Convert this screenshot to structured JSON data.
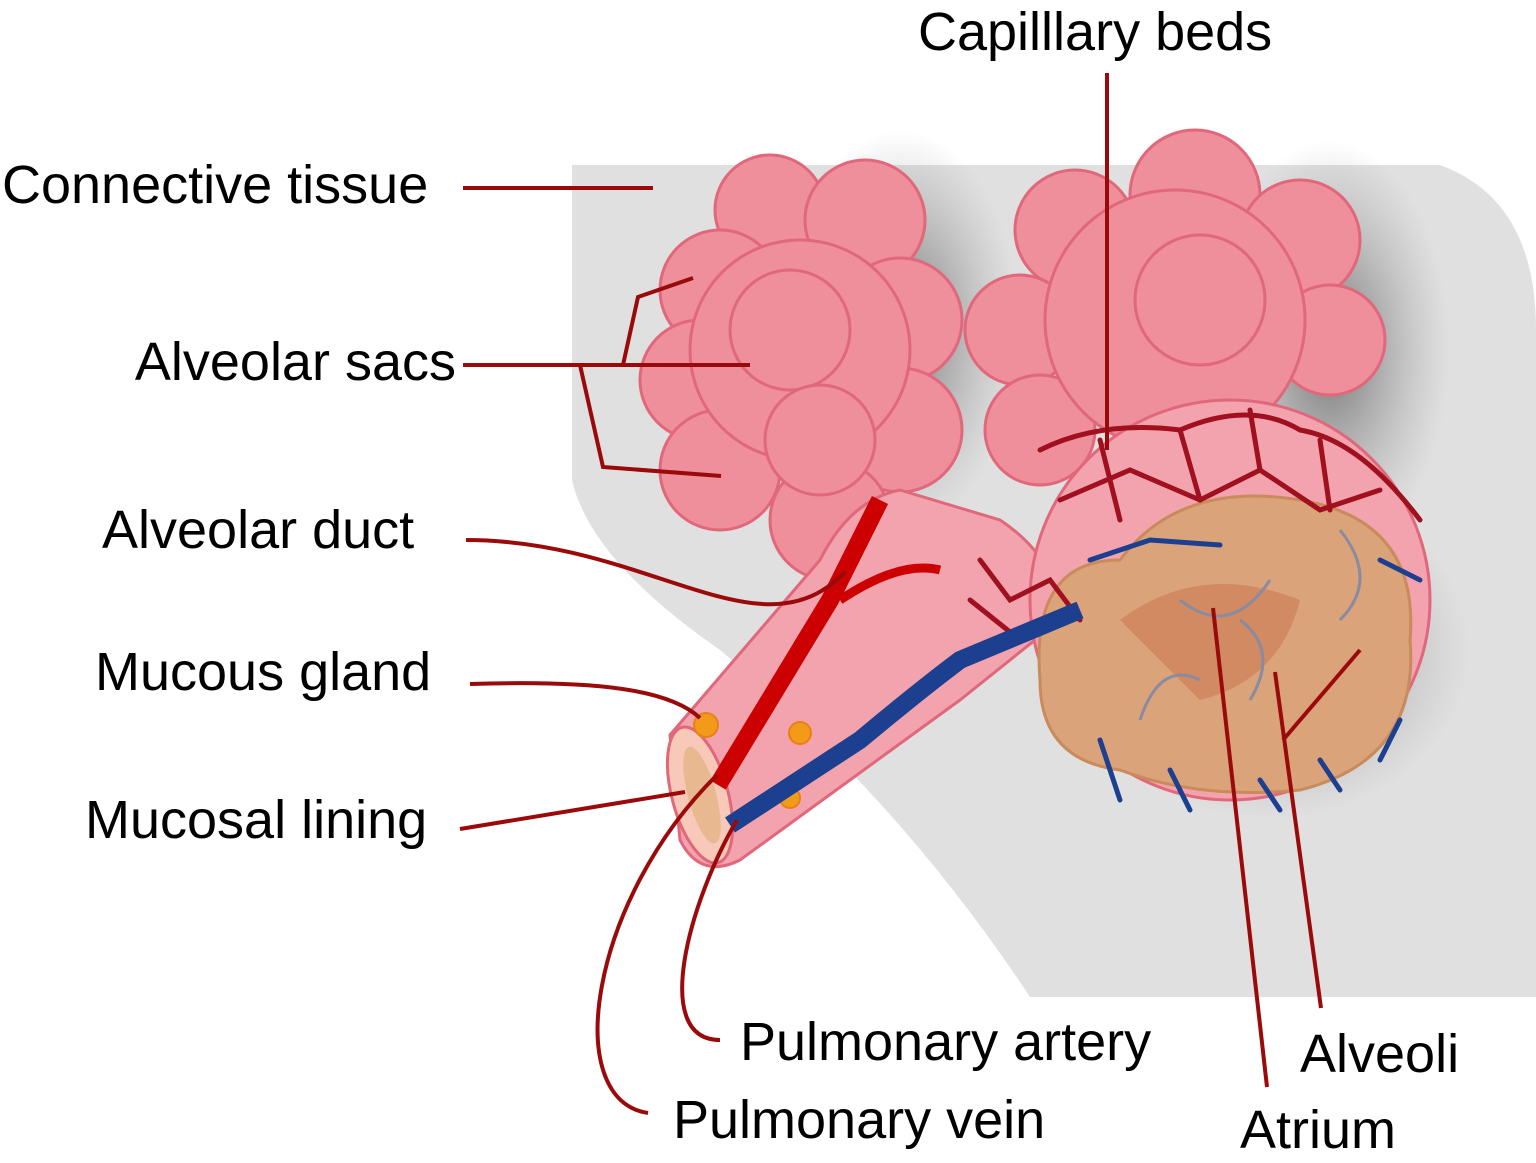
{
  "labels": {
    "connective_tissue": "Connective tissue",
    "alveolar_sacs": "Alveolar sacs",
    "alveolar_duct": "Alveolar duct",
    "mucous_gland": "Mucous gland",
    "mucosal_lining": "Mucosal lining",
    "capillary_beds": "Capilllary beds",
    "pulmonary_artery": "Pulmonary artery",
    "pulmonary_vein": "Pulmonary vein",
    "alveoli": "Alveoli",
    "atrium": "Atrium"
  },
  "colors": {
    "leader_line": "#9a0a0a",
    "tissue": "#e0e0e0",
    "alveolar_sac": "#ee8f9b",
    "artery": "#cc0000",
    "vein": "#1c3f8f",
    "alveoli_interior": "#dba37a",
    "mucous_gland": "#f29a1a"
  }
}
